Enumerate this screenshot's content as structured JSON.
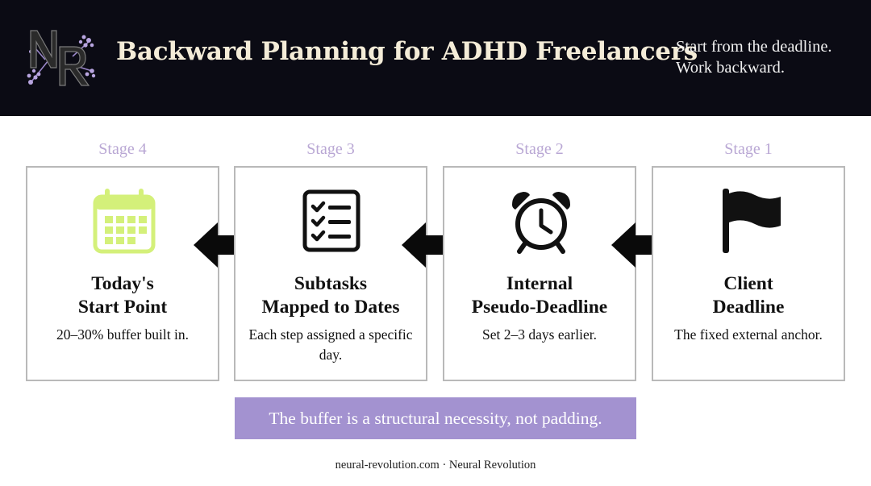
{
  "header": {
    "title": "Backward Planning for ADHD Freelancers",
    "tagline": [
      "Start from the deadline.",
      "Work backward."
    ],
    "logo_icon": "nr-monogram-logo"
  },
  "stages": [
    {
      "label": "Stage 4",
      "icon": "calendar-icon",
      "title": [
        "Today's",
        "Start Point"
      ],
      "description": "20–30% buffer built in."
    },
    {
      "label": "Stage 3",
      "icon": "checklist-icon",
      "title": [
        "Subtasks",
        "Mapped to Dates"
      ],
      "description": "Each step assigned a specific day."
    },
    {
      "label": "Stage 2",
      "icon": "alarm-clock-icon",
      "title": [
        "Internal",
        "Pseudo-Deadline"
      ],
      "description": "Set 2–3 days earlier."
    },
    {
      "label": "Stage 1",
      "icon": "flag-icon",
      "title": [
        "Client",
        "Deadline"
      ],
      "description": "The fixed external anchor."
    }
  ],
  "callout": "The buffer is a structural necessity, not padding.",
  "footer": "neural-revolution.com · Neural Revolution",
  "colors": {
    "header_bg": "#0b0b14",
    "title": "#f4ecd8",
    "stage_label": "#b9a7d4",
    "calendar_accent": "#d4f07a",
    "callout_bg": "#a392d0",
    "card_border": "#b9b9b9"
  }
}
